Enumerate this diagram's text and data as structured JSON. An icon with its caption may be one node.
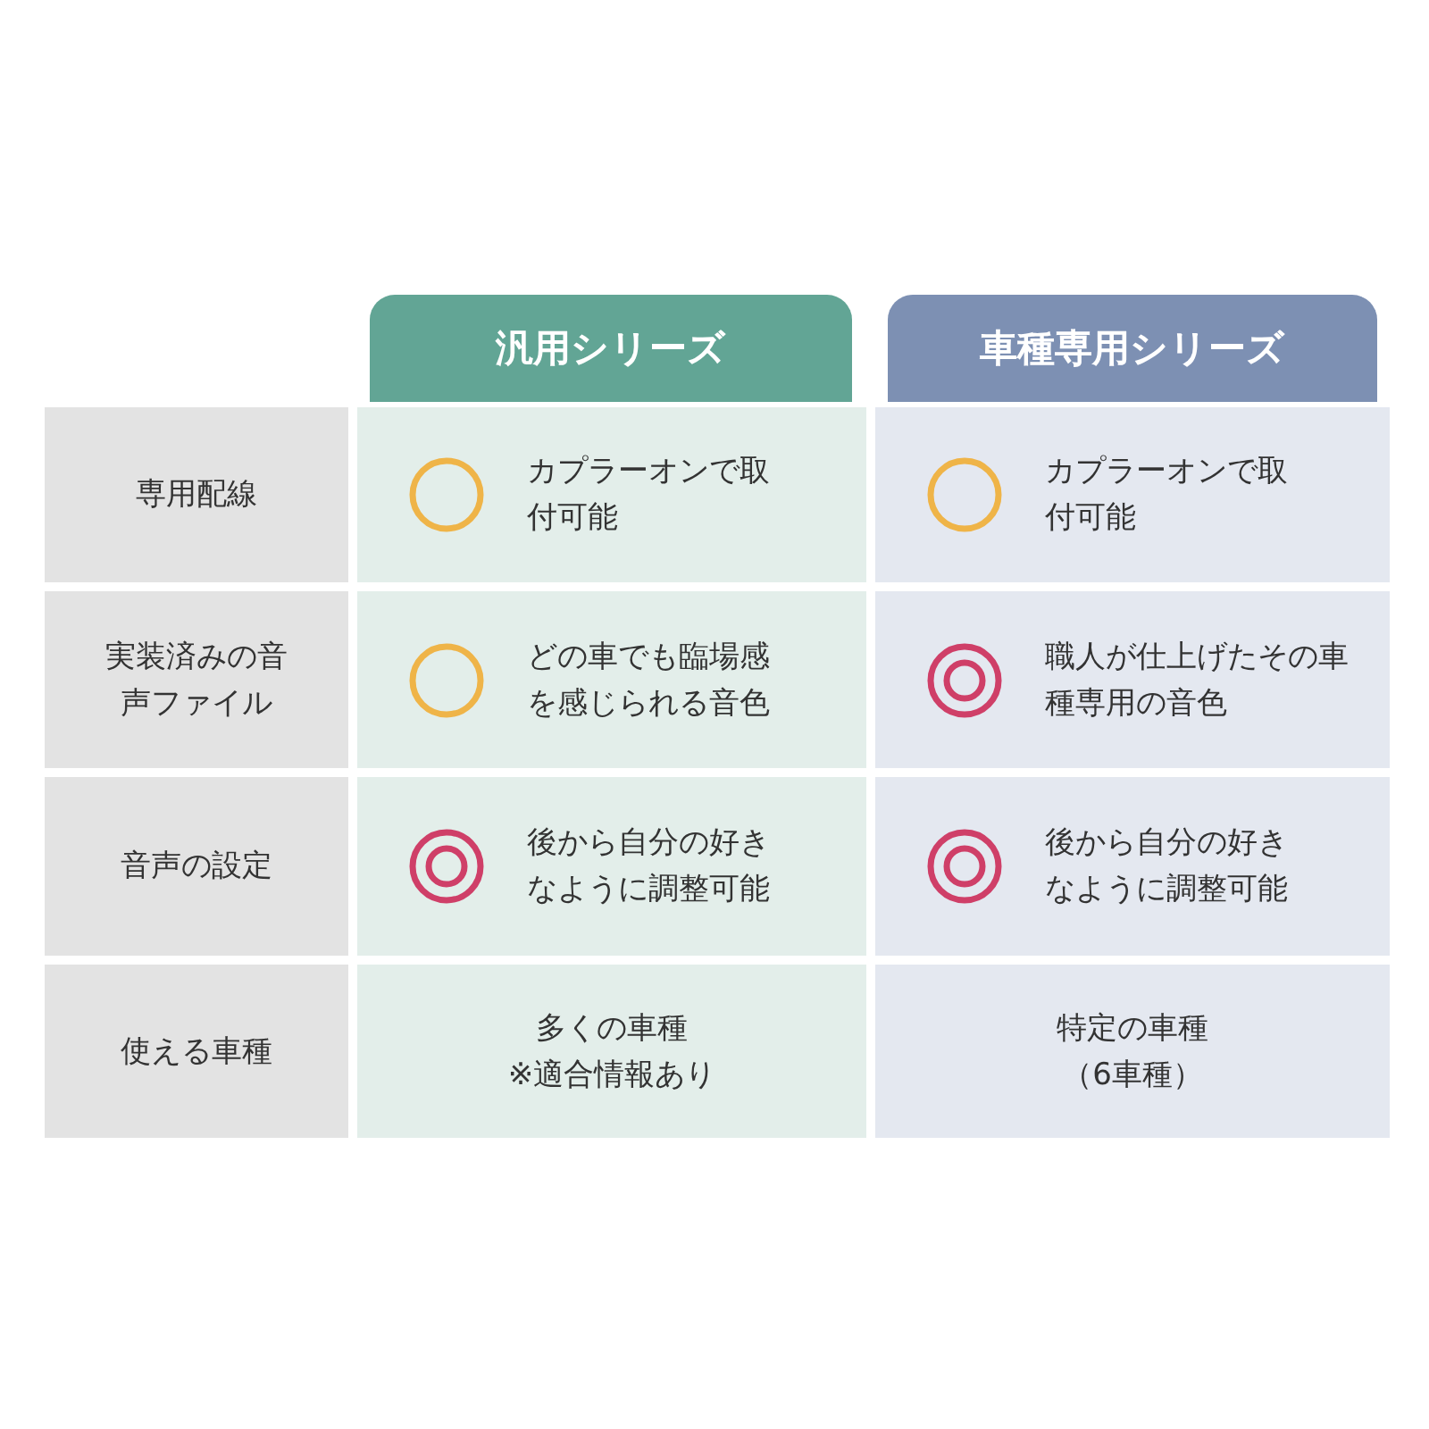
{
  "diagram": {
    "labels": [
      "汎用シリーズ",
      "車種専用シリーズ",
      "専用配線",
      "カプラーオンで取付可能",
      "カプラーオンで取付可能",
      "実装済みの音声ファイル",
      "どの車でも臨場感を感じられる音色",
      "職人が仕上げたその車種専用の音色",
      "音声の設定",
      "後から自分の好きなように調整可能",
      "後から自分の好きなように調整可能",
      "使える車種",
      "多くの車種",
      "※適合情報あり",
      "特定の車種（6車種）"
    ]
  }
}
